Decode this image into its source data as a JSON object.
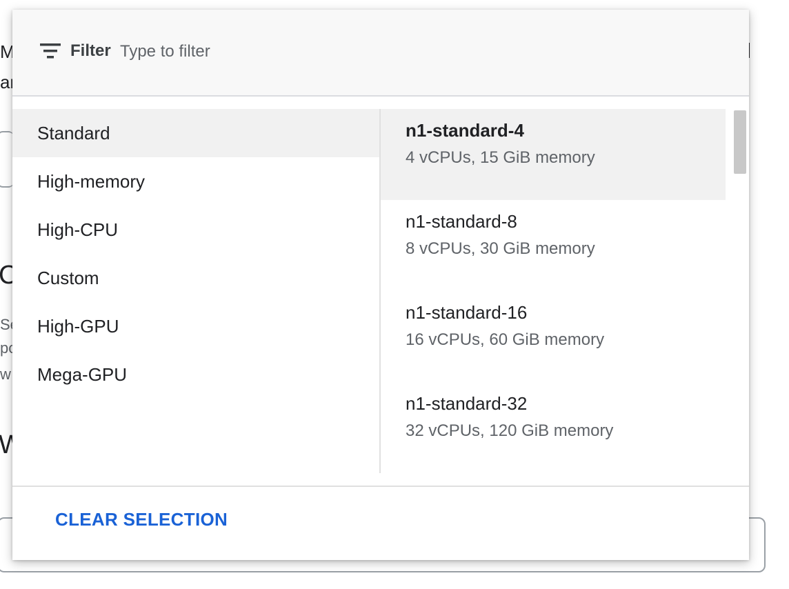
{
  "background": {
    "line1": "M",
    "line2": "ar",
    "heading1": "C",
    "text1": "Se",
    "text2": "po",
    "text3": "w",
    "heading2": "W"
  },
  "filter": {
    "label": "Filter",
    "placeholder": "Type to filter",
    "value": "",
    "icon": "filter-list-icon"
  },
  "families": [
    {
      "label": "Standard",
      "selected": true
    },
    {
      "label": "High-memory",
      "selected": false
    },
    {
      "label": "High-CPU",
      "selected": false
    },
    {
      "label": "Custom",
      "selected": false
    },
    {
      "label": "High-GPU",
      "selected": false
    },
    {
      "label": "Mega-GPU",
      "selected": false
    }
  ],
  "machine_types": [
    {
      "name": "n1-standard-4",
      "description": "4 vCPUs, 15 GiB memory",
      "selected": true
    },
    {
      "name": "n1-standard-8",
      "description": "8 vCPUs, 30 GiB memory",
      "selected": false
    },
    {
      "name": "n1-standard-16",
      "description": "16 vCPUs, 60 GiB memory",
      "selected": false
    },
    {
      "name": "n1-standard-32",
      "description": "32 vCPUs, 120 GiB memory",
      "selected": false
    }
  ],
  "footer": {
    "clear_label": "CLEAR SELECTION",
    "clear_color": "#1a62d6"
  },
  "colors": {
    "selected_bg": "#f1f1f1",
    "filter_bg": "#f8f8f8"
  }
}
